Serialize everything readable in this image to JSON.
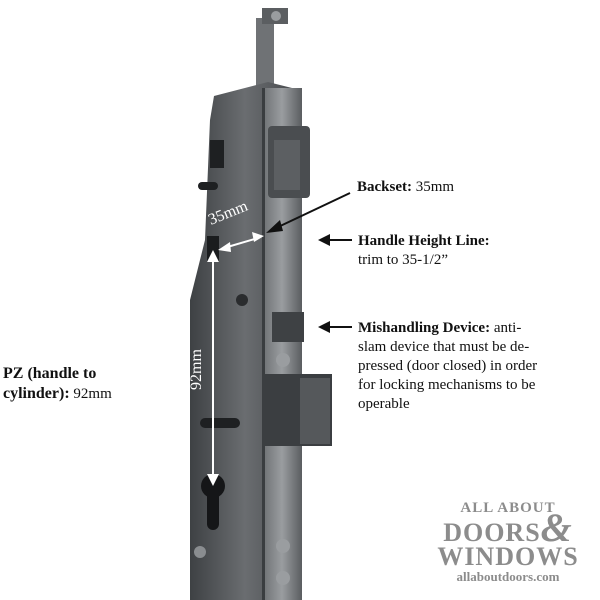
{
  "callouts": {
    "backset": {
      "title": "Backset:",
      "text": "35mm"
    },
    "handle_height": {
      "title": "Handle Height Line:",
      "text": "trim to 35-1/2”"
    },
    "mishandling": {
      "title": "Mishandling Device:",
      "text1": "anti-",
      "text2": "slam device that must be de-",
      "text3": "pressed (door closed) in order",
      "text4": "for locking mechanisms to be",
      "text5": "operable"
    },
    "pz": {
      "title1": "PZ (handle to",
      "title2": "cylinder):",
      "text": "92mm"
    }
  },
  "dimensions": {
    "backset_label": "35mm",
    "pz_label": "92mm"
  },
  "logo": {
    "line1": "ALL ABOUT",
    "line2": "DOORS",
    "amp": "&",
    "line3": "WINDOWS",
    "url": "allaboutdoors.com"
  },
  "colors": {
    "metal_dark": "#4a4d50",
    "metal_light": "#8a8d90",
    "arrow": "#111111",
    "dim_line": "#ffffff",
    "logo": "#8c8c8c"
  }
}
